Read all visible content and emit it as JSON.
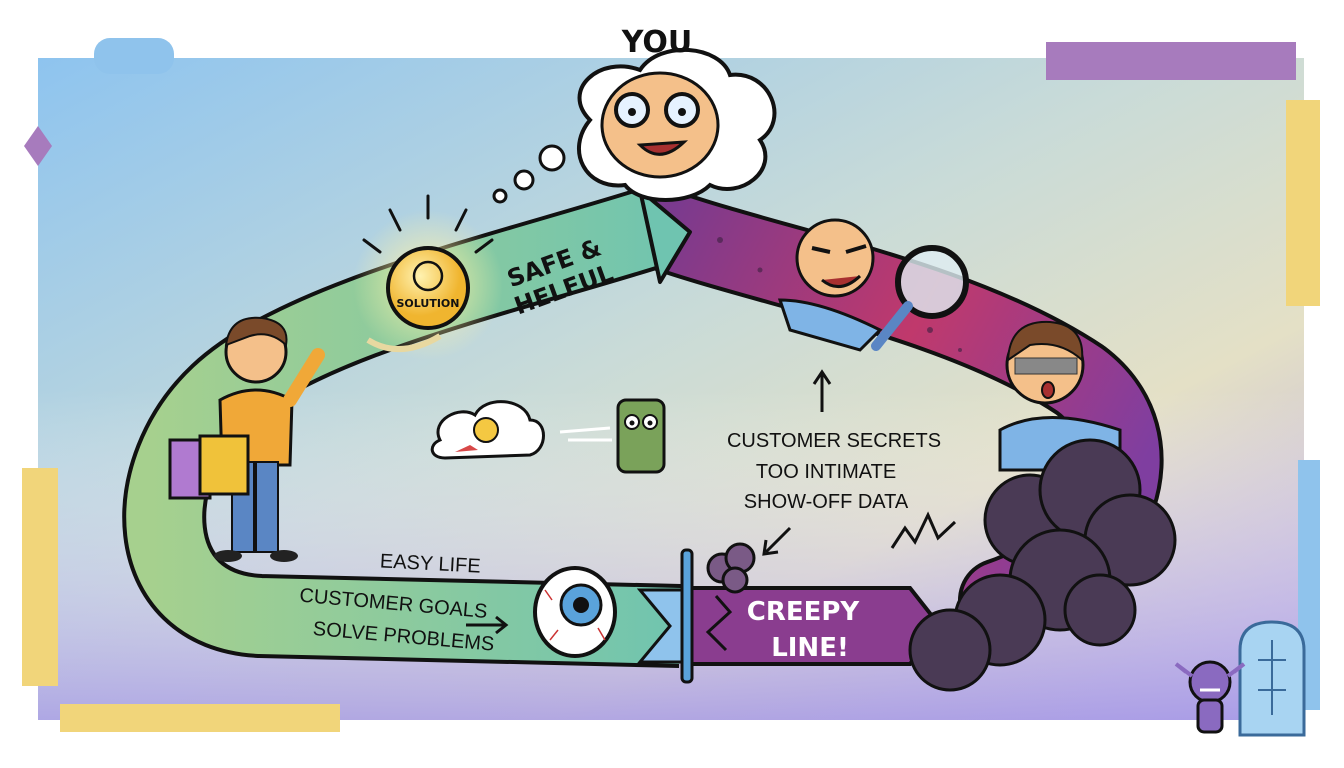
{
  "title": "YOU",
  "labels": {
    "safe_line1": "SAFE &",
    "safe_line2": "HELFUL",
    "solution": "SOLUTION",
    "easy_life": "EASY LIFE",
    "goals_line1": "CUSTOMER GOALS",
    "goals_line2": "SOLVE PROBLEMS",
    "secrets_line1": "CUSTOMER SECRETS",
    "secrets_line2": "TOO INTIMATE",
    "secrets_line3": "SHOW-OFF DATA",
    "creepy_line1": "CREEPY",
    "creepy_line2": "LINE!"
  },
  "colors": {
    "safe_track": "#7fc9a8",
    "creepy_track": "#8a3d8f",
    "creepy_mid": "#c03a6e",
    "smoke": "#4a3a55",
    "accent_purple": "#a77bbd",
    "accent_yellow": "#f1d57a",
    "accent_blue": "#8fc3ec"
  }
}
